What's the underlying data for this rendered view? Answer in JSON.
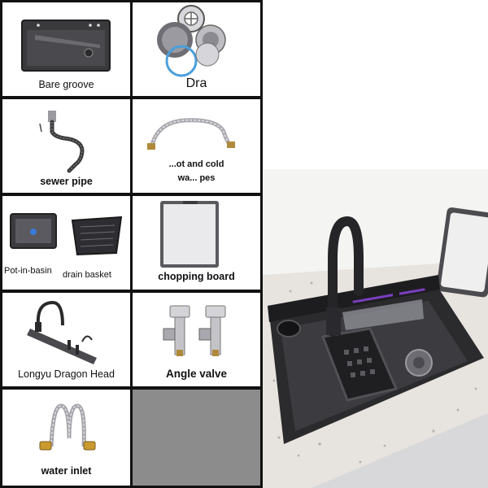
{
  "items": [
    {
      "label": "Bare groove",
      "icon": "sink-basin-icon"
    },
    {
      "label": "Dra",
      "icon": "drain-strainer-icon"
    },
    {
      "label": "sewer pipe",
      "icon": "sewer-pipe-icon"
    },
    {
      "label_line1": "...ot and cold",
      "label_line2": "wa... pes",
      "icon": "braided-hose-icon"
    },
    {
      "label_left": "Pot-in-basin",
      "label_right": "drain basket",
      "icon": "pot-in-basin-icon"
    },
    {
      "label": "chopping board",
      "icon": "chopping-board-icon"
    },
    {
      "label": "Longyu Dragon Head",
      "icon": "faucet-bar-icon"
    },
    {
      "label": "Angle valve",
      "icon": "angle-valve-icon"
    },
    {
      "label": "water inlet",
      "icon": "water-inlet-hose-icon"
    }
  ],
  "photo": {
    "icon": "kitchen-sink-photo"
  },
  "colors": {
    "grid_border": "#111111",
    "empty_cell": "#8c8c8c",
    "steel_dark": "#2c2c2e",
    "steel_light": "#c8c8cc"
  }
}
